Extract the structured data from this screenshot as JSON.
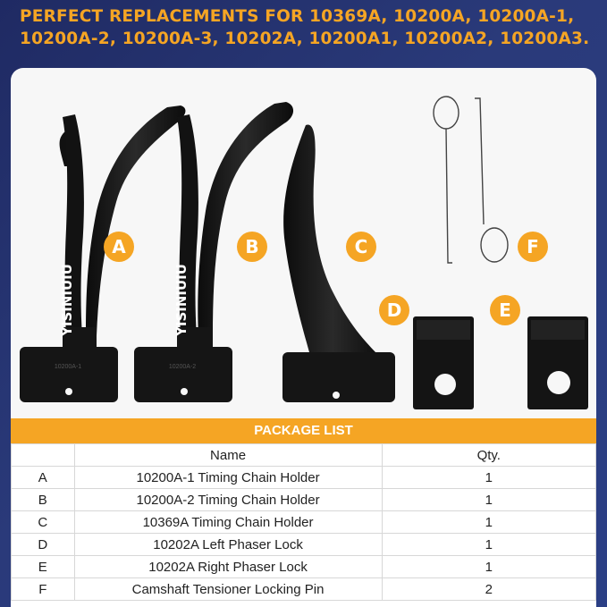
{
  "headline": "PERFECT REPLACEMENTS FOR 10369A, 10200A, 10200A-1, 10200A-2, 10200A-3, 10202A, 10200A1, 10200A2, 10200A3.",
  "brand_text": "YISINIUIU",
  "tool_markings": [
    "10200A-1",
    "10200A-2"
  ],
  "badges": [
    "A",
    "B",
    "C",
    "D",
    "E",
    "F"
  ],
  "package_list": {
    "title": "PACKAGE LIST",
    "headers": [
      "",
      "Name",
      "Qty."
    ],
    "rows": [
      [
        "A",
        "10200A-1 Timing Chain Holder",
        "1"
      ],
      [
        "B",
        "10200A-2 Timing Chain Holder",
        "1"
      ],
      [
        "C",
        "10369A Timing Chain Holder",
        "1"
      ],
      [
        "D",
        "10202A Left Phaser Lock",
        "1"
      ],
      [
        "E",
        "10202A Right Phaser Lock",
        "1"
      ],
      [
        "F",
        "Camshaft Tensioner Locking Pin",
        "2"
      ]
    ]
  },
  "colors": {
    "accent": "#f5a524",
    "background": "#24306b",
    "tool": "#141414"
  }
}
